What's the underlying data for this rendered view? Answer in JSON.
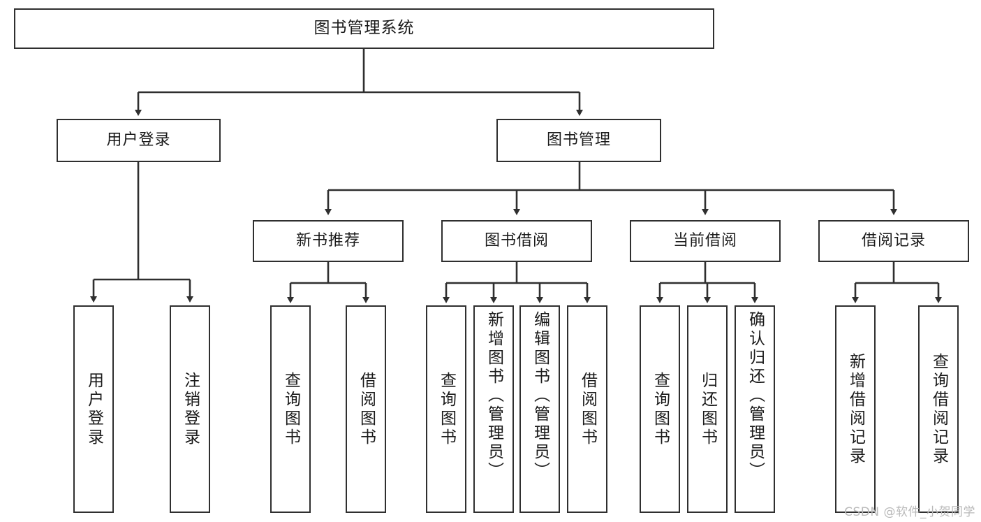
{
  "diagram": {
    "title": "图书管理系统",
    "type": "tree",
    "watermark": "CSDN @软件_小贺同学",
    "colors": {
      "stroke": "#2f2f2f",
      "fill": "#ffffff",
      "text": "#1a1a1a",
      "watermark": "#b9b9b9"
    },
    "nodes": {
      "root": {
        "label": "图书管理系统"
      },
      "level2": [
        {
          "id": "user-login",
          "label": "用户登录"
        },
        {
          "id": "book-manage",
          "label": "图书管理"
        }
      ],
      "level3": [
        {
          "id": "new-book-recommend",
          "label": "新书推荐"
        },
        {
          "id": "book-borrow",
          "label": "图书借阅"
        },
        {
          "id": "current-borrow",
          "label": "当前借阅"
        },
        {
          "id": "borrow-record",
          "label": "借阅记录"
        }
      ],
      "leaves": {
        "user_login": [
          {
            "id": "leaf-user-login",
            "label": "用户登录"
          },
          {
            "id": "leaf-logout-login",
            "label": "注销登录"
          }
        ],
        "new_book_recommend": [
          {
            "id": "leaf-query-book-1",
            "label": "查询图书"
          },
          {
            "id": "leaf-borrow-book-1",
            "label": "借阅图书"
          }
        ],
        "book_borrow": [
          {
            "id": "leaf-query-book-2",
            "label": "查询图书"
          },
          {
            "id": "leaf-add-book",
            "label": "新增图书（管理员）"
          },
          {
            "id": "leaf-edit-book",
            "label": "编辑图书（管理员）"
          },
          {
            "id": "leaf-borrow-book-2",
            "label": "借阅图书"
          }
        ],
        "current_borrow": [
          {
            "id": "leaf-query-book-3",
            "label": "查询图书"
          },
          {
            "id": "leaf-return-book",
            "label": "归还图书"
          },
          {
            "id": "leaf-confirm-return",
            "label": "确认归还（管理员）"
          }
        ],
        "borrow_record": [
          {
            "id": "leaf-add-record",
            "label": "新增借阅记录"
          },
          {
            "id": "leaf-query-record",
            "label": "查询借阅记录"
          }
        ]
      }
    }
  }
}
